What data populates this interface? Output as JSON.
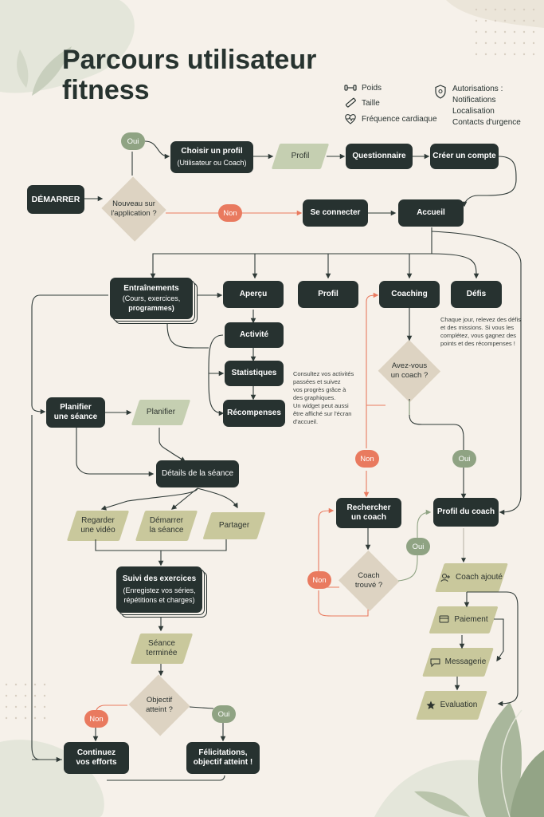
{
  "title": "Parcours utilisateur\nfitness",
  "legend": {
    "weight": "Poids",
    "height": "Taille",
    "heart_rate": "Fréquence cardiaque",
    "permissions": "Autorisations :\nNotifications\nLocalisation\nContacts d'urgence"
  },
  "nodes": {
    "start": "DÉMARRER",
    "new_app": "Nouveau sur\nl'application ?",
    "choose_profile": "Choisir un profil",
    "choose_profile_sub": "(Utilisateur ou Coach)",
    "profile_io": "Profil",
    "questionnaire": "Questionnaire",
    "create_account": "Créer un compte",
    "login": "Se connecter",
    "home": "Accueil",
    "trainings": "Entraînements",
    "trainings_sub": "(Cours, exercices,",
    "trainings_sub2": "programmes)",
    "overview": "Aperçu",
    "profile": "Profil",
    "coaching": "Coaching",
    "challenges": "Défis",
    "activity": "Activité",
    "statistics": "Statistiques",
    "rewards": "Récompenses",
    "plan_session": "Planifier\nune séance",
    "plan_io": "Planifier",
    "session_details": "Détails de la séance",
    "watch_video": "Regarder\nune vidéo",
    "start_session": "Démarrer\nla séance",
    "share": "Partager",
    "track_exercises": "Suivi des exercices",
    "track_sub": "(Enregistez vos séries,\nrépétitions et charges)",
    "session_done": "Séance\nterminée",
    "goal_reached": "Objectif\natteint ?",
    "keep_going": "Continuez\nvos efforts",
    "congrats": "Félicitations,\nobjectif atteint !",
    "have_coach": "Avez-vous\nun coach ?",
    "search_coach": "Rechercher\nun coach",
    "coach_found": "Coach\ntrouvé ?",
    "coach_profile": "Profil du coach",
    "add_coach": "Coach ajouté",
    "payment": "Paiement",
    "messaging": "Messagerie",
    "evaluation": "Evaluation"
  },
  "labels": {
    "oui": "Oui",
    "non": "Non"
  },
  "notes": {
    "challenges_note": "Chaque jour, relevez des défis\net des missions. Si vous les\ncomplétez, vous gagnez des\npoints et des récompenses !",
    "stats_note": "Consultez vos activités\npassées et suivez\nvos progrès grâce à\ndes graphiques.\nUn widget peut aussi\nêtre affiché sur l'écran\nd'accueil."
  },
  "colors": {
    "background": "#f6f1ea",
    "dark_node": "#273230",
    "io_node": "#c9c89c",
    "decision": "#ddd3c2",
    "yes": "#8fa383",
    "no": "#e97a5f"
  }
}
